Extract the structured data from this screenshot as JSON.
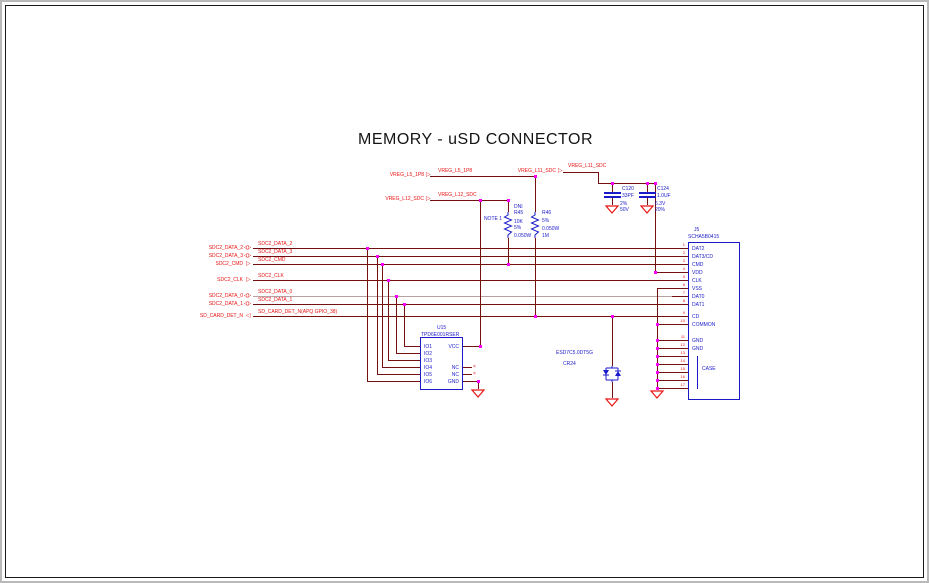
{
  "title": "MEMORY - uSD CONNECTOR",
  "colors": {
    "wire": "#751010",
    "net_label": "#e81313",
    "component": "#1a1ac8",
    "junction": "#ff00ff",
    "data0_wire": "#b9a0a0"
  },
  "icons": {
    "bidi_arrow": "◁▷",
    "right_arrow": "▷",
    "left_arrow": "◁",
    "nc_mark": "×"
  },
  "power": {
    "l5": {
      "port": "VREG_L5_1P8",
      "net": "VREG_L5_1P8"
    },
    "l12": {
      "port": "VREG_L12_SDC",
      "net": "VREG_L12_SDC"
    },
    "l11": {
      "port": "VREG_L11_SDC",
      "net": "VREG_L11_SDC"
    }
  },
  "signals": [
    {
      "port": "SDC2_DATA_2",
      "net": "SDC2_DATA_2"
    },
    {
      "port": "SDC2_DATA_3",
      "net": "SDC2_DATA_3"
    },
    {
      "port": "SDC2_CMD",
      "net": "SDC2_CMD"
    },
    {
      "port": "SDC2_CLK",
      "net": "SDC2_CLK"
    },
    {
      "port": "SDC2_DATA_0",
      "net": "SDC2_DATA_0"
    },
    {
      "port": "SDC2_DATA_1",
      "net": "SDC2_DATA_1"
    },
    {
      "port": "SD_CARD_DET_N",
      "net": "SD_CARD_DET_N(APQ GPIO_38)"
    }
  ],
  "u15": {
    "ref": "U15",
    "part": "TPD6E001RSER",
    "left_pins": [
      "IO1",
      "IO2",
      "IO3",
      "IO4",
      "IO5",
      "IO6"
    ],
    "right_pins": [
      "VCC",
      "NC",
      "NC",
      "GND"
    ]
  },
  "j5": {
    "ref": "J5",
    "part": "SCHA5B0415",
    "pins": [
      {
        "num": "1",
        "name": "DAT2"
      },
      {
        "num": "2",
        "name": "DAT3/CD"
      },
      {
        "num": "3",
        "name": "CMD"
      },
      {
        "num": "4",
        "name": "VDD"
      },
      {
        "num": "5",
        "name": "CLK"
      },
      {
        "num": "6",
        "name": "VSS"
      },
      {
        "num": "7",
        "name": "DAT0"
      },
      {
        "num": "8",
        "name": "DAT1"
      },
      {
        "num": "9",
        "name": "CD"
      },
      {
        "num": "10",
        "name": "COMMON"
      },
      {
        "num": "11",
        "name": "GND"
      },
      {
        "num": "12",
        "name": "GND"
      }
    ],
    "case_group": {
      "label": "CASE",
      "nums": [
        "13",
        "14",
        "15",
        "16",
        "17"
      ]
    }
  },
  "r45": {
    "note": "NOTE 1",
    "flag": "DNI",
    "ref": "R45",
    "value": "10K",
    "tol": "5%",
    "power": "0.050W"
  },
  "r46": {
    "ref": "R46",
    "tol": "5%",
    "power": "0.050W",
    "value": "1M"
  },
  "c120": {
    "ref": "C120",
    "value": "33PF",
    "tol": "2%",
    "volt": "50V"
  },
  "c124": {
    "ref": "C124",
    "value": "1.0UF",
    "volt": "6.3V",
    "tol": "20%"
  },
  "cr24": {
    "ref": "CR24",
    "part": "ESD7C5.0DT5G"
  }
}
